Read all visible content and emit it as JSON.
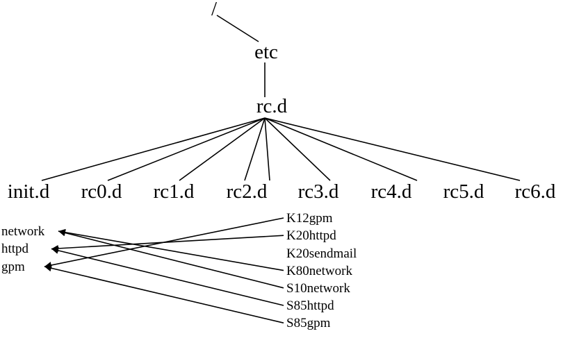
{
  "tree": {
    "root": "/",
    "level1": "etc",
    "level2": "rc.d",
    "level3": [
      "init.d",
      "rc0.d",
      "rc1.d",
      "rc2.d",
      "rc3.d",
      "rc4.d",
      "rc5.d",
      "rc6.d"
    ]
  },
  "init_scripts": [
    "network",
    "httpd",
    "gpm"
  ],
  "rc_links": [
    "K12gpm",
    "K20httpd",
    "K20sendmail",
    "K80network",
    "S10network",
    "S85httpd",
    "S85gpm"
  ],
  "symlinks": [
    {
      "from": "K12gpm",
      "to": "gpm"
    },
    {
      "from": "K20httpd",
      "to": "httpd"
    },
    {
      "from": "K80network",
      "to": "network"
    },
    {
      "from": "S10network",
      "to": "network"
    },
    {
      "from": "S85httpd",
      "to": "httpd"
    },
    {
      "from": "S85gpm",
      "to": "gpm"
    }
  ],
  "colors": {
    "ink": "#000000",
    "background": "#ffffff"
  }
}
